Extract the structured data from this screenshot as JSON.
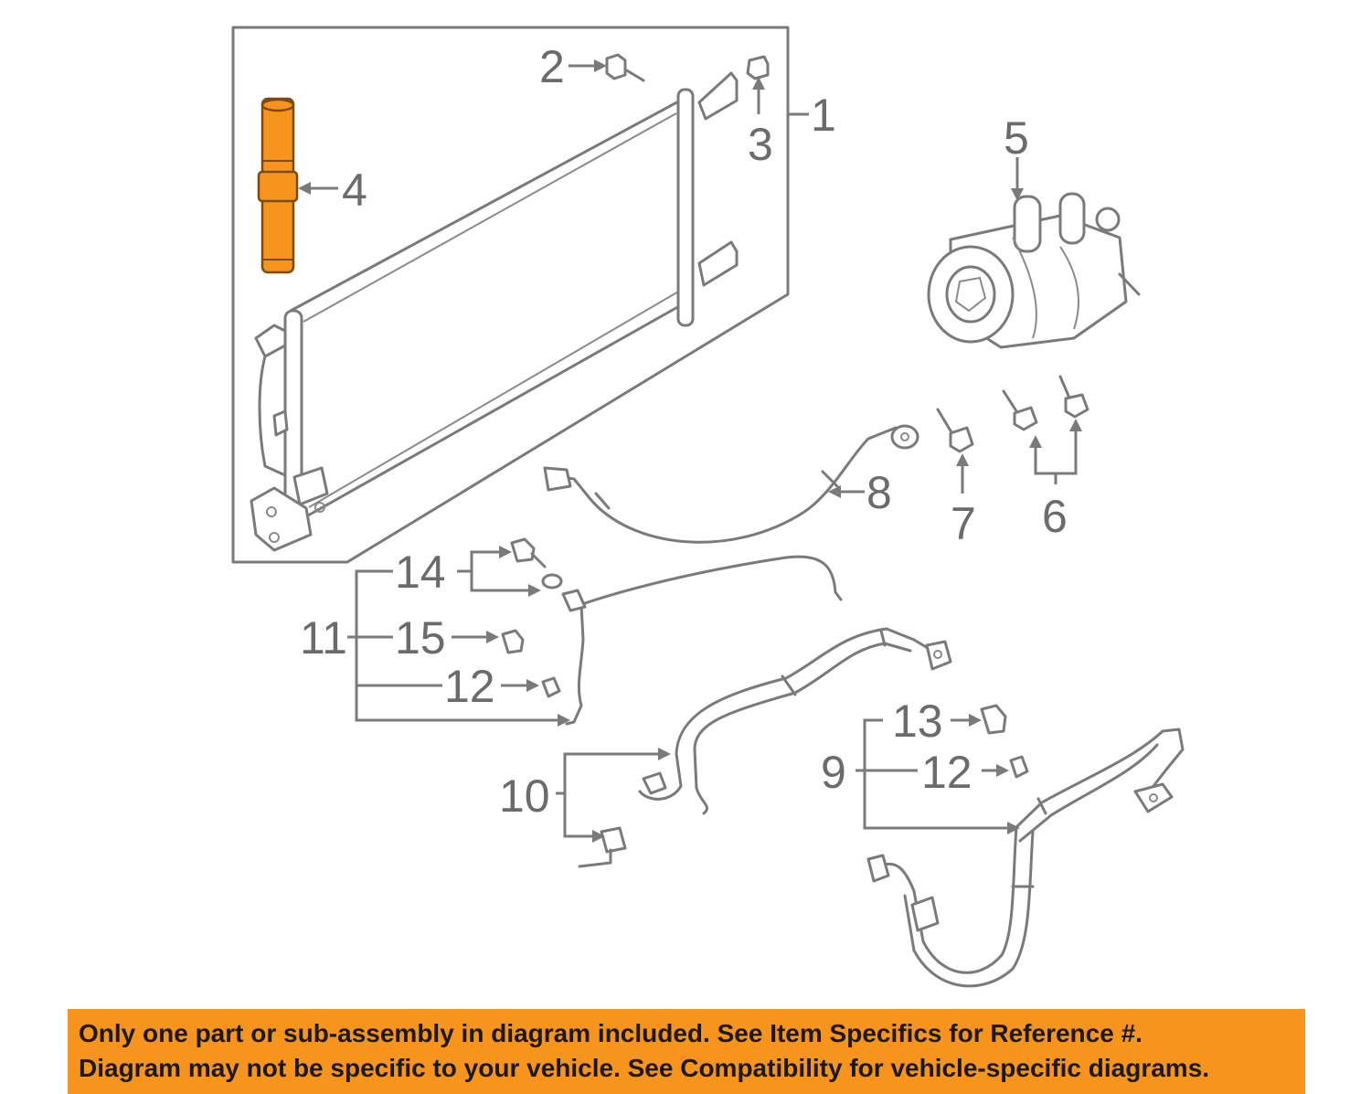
{
  "callouts": {
    "c1": "1",
    "c2": "2",
    "c3": "3",
    "c4": "4",
    "c5": "5",
    "c6": "6",
    "c7": "7",
    "c8": "8",
    "c9": "9",
    "c10": "10",
    "c11": "11",
    "c12a": "12",
    "c12b": "12",
    "c13": "13",
    "c14": "14",
    "c15": "15"
  },
  "notice": {
    "line1": "Only one part or sub-assembly in diagram included. See Item Specifics for Reference #.",
    "line2": "Diagram may not be specific to your vehicle. See Compatibility for vehicle-specific diagrams."
  },
  "colors": {
    "highlight": "#f7941d",
    "linework": "#7a7a7a",
    "notice_background": "#f7941d"
  }
}
